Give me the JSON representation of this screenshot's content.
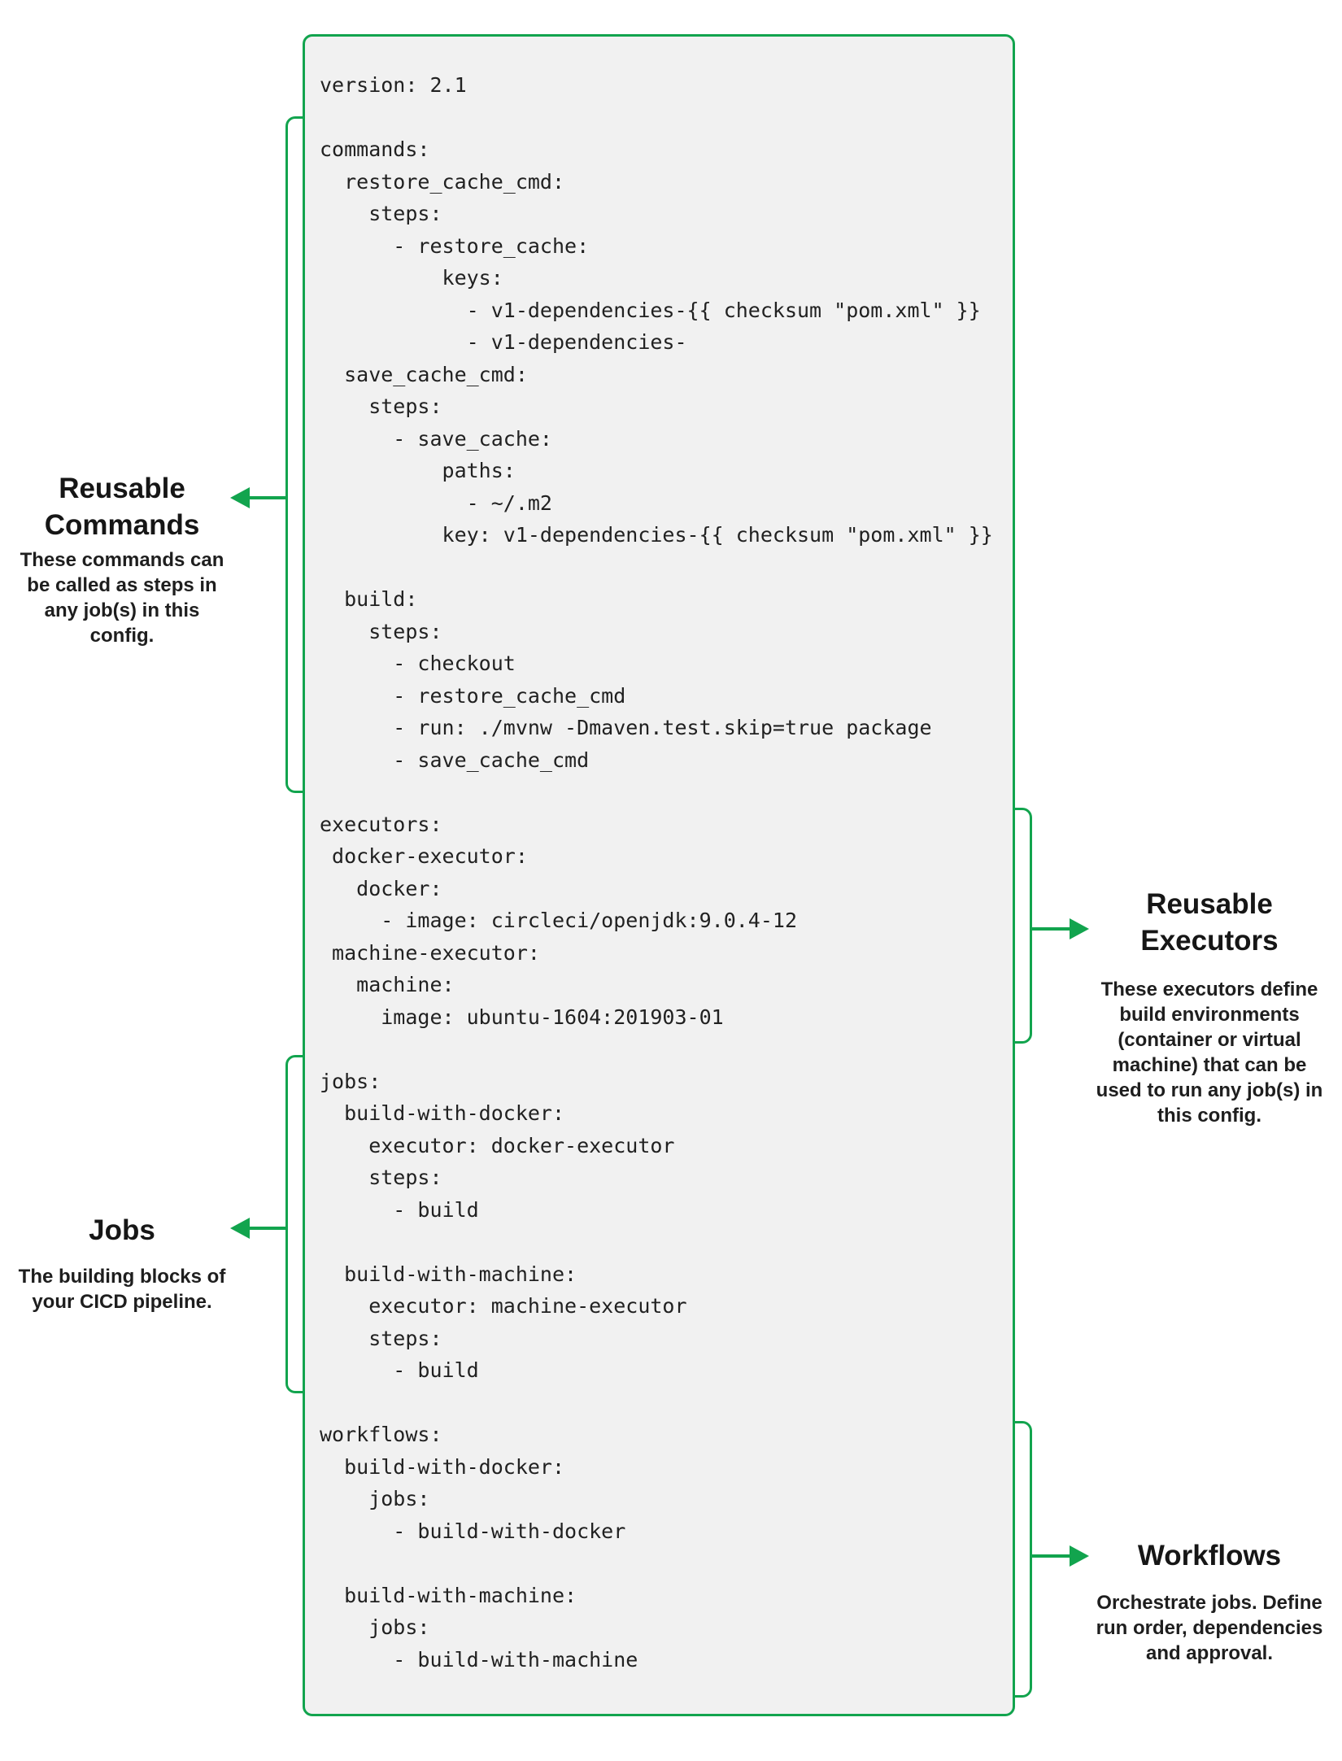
{
  "colors": {
    "accent_green": "#12A44E",
    "panel_background": "#F1F1F1",
    "text": "#1c1c1c"
  },
  "code_panel": {
    "yaml": "version: 2.1\n\ncommands:\n  restore_cache_cmd:\n    steps:\n      - restore_cache:\n          keys:\n            - v1-dependencies-{{ checksum \"pom.xml\" }}\n            - v1-dependencies-\n  save_cache_cmd:\n    steps:\n      - save_cache:\n          paths:\n            - ~/.m2\n          key: v1-dependencies-{{ checksum \"pom.xml\" }}\n\n  build:\n    steps:\n      - checkout\n      - restore_cache_cmd\n      - run: ./mvnw -Dmaven.test.skip=true package\n      - save_cache_cmd\n\nexecutors:\n docker-executor:\n   docker:\n     - image: circleci/openjdk:9.0.4-12\n machine-executor:\n   machine:\n     image: ubuntu-1604:201903-01\n\njobs:\n  build-with-docker:\n    executor: docker-executor\n    steps:\n      - build\n\n  build-with-machine:\n    executor: machine-executor\n    steps:\n      - build\n\nworkflows:\n  build-with-docker:\n    jobs:\n      - build-with-docker\n\n  build-with-machine:\n    jobs:\n      - build-with-machine"
  },
  "annotations": {
    "reusable_commands": {
      "title": "Reusable\nCommands",
      "description": "These commands can\nbe called as steps in\nany job(s) in this\nconfig."
    },
    "reusable_executors": {
      "title": "Reusable\nExecutors",
      "description": "These executors define\nbuild environments\n(container or virtual\nmachine) that can be\nused to run any job(s) in\nthis config."
    },
    "jobs": {
      "title": "Jobs",
      "description": "The building blocks of\nyour CICD pipeline."
    },
    "workflows": {
      "title": "Workflows",
      "description": "Orchestrate jobs. Define\nrun order, dependencies\nand approval."
    }
  }
}
